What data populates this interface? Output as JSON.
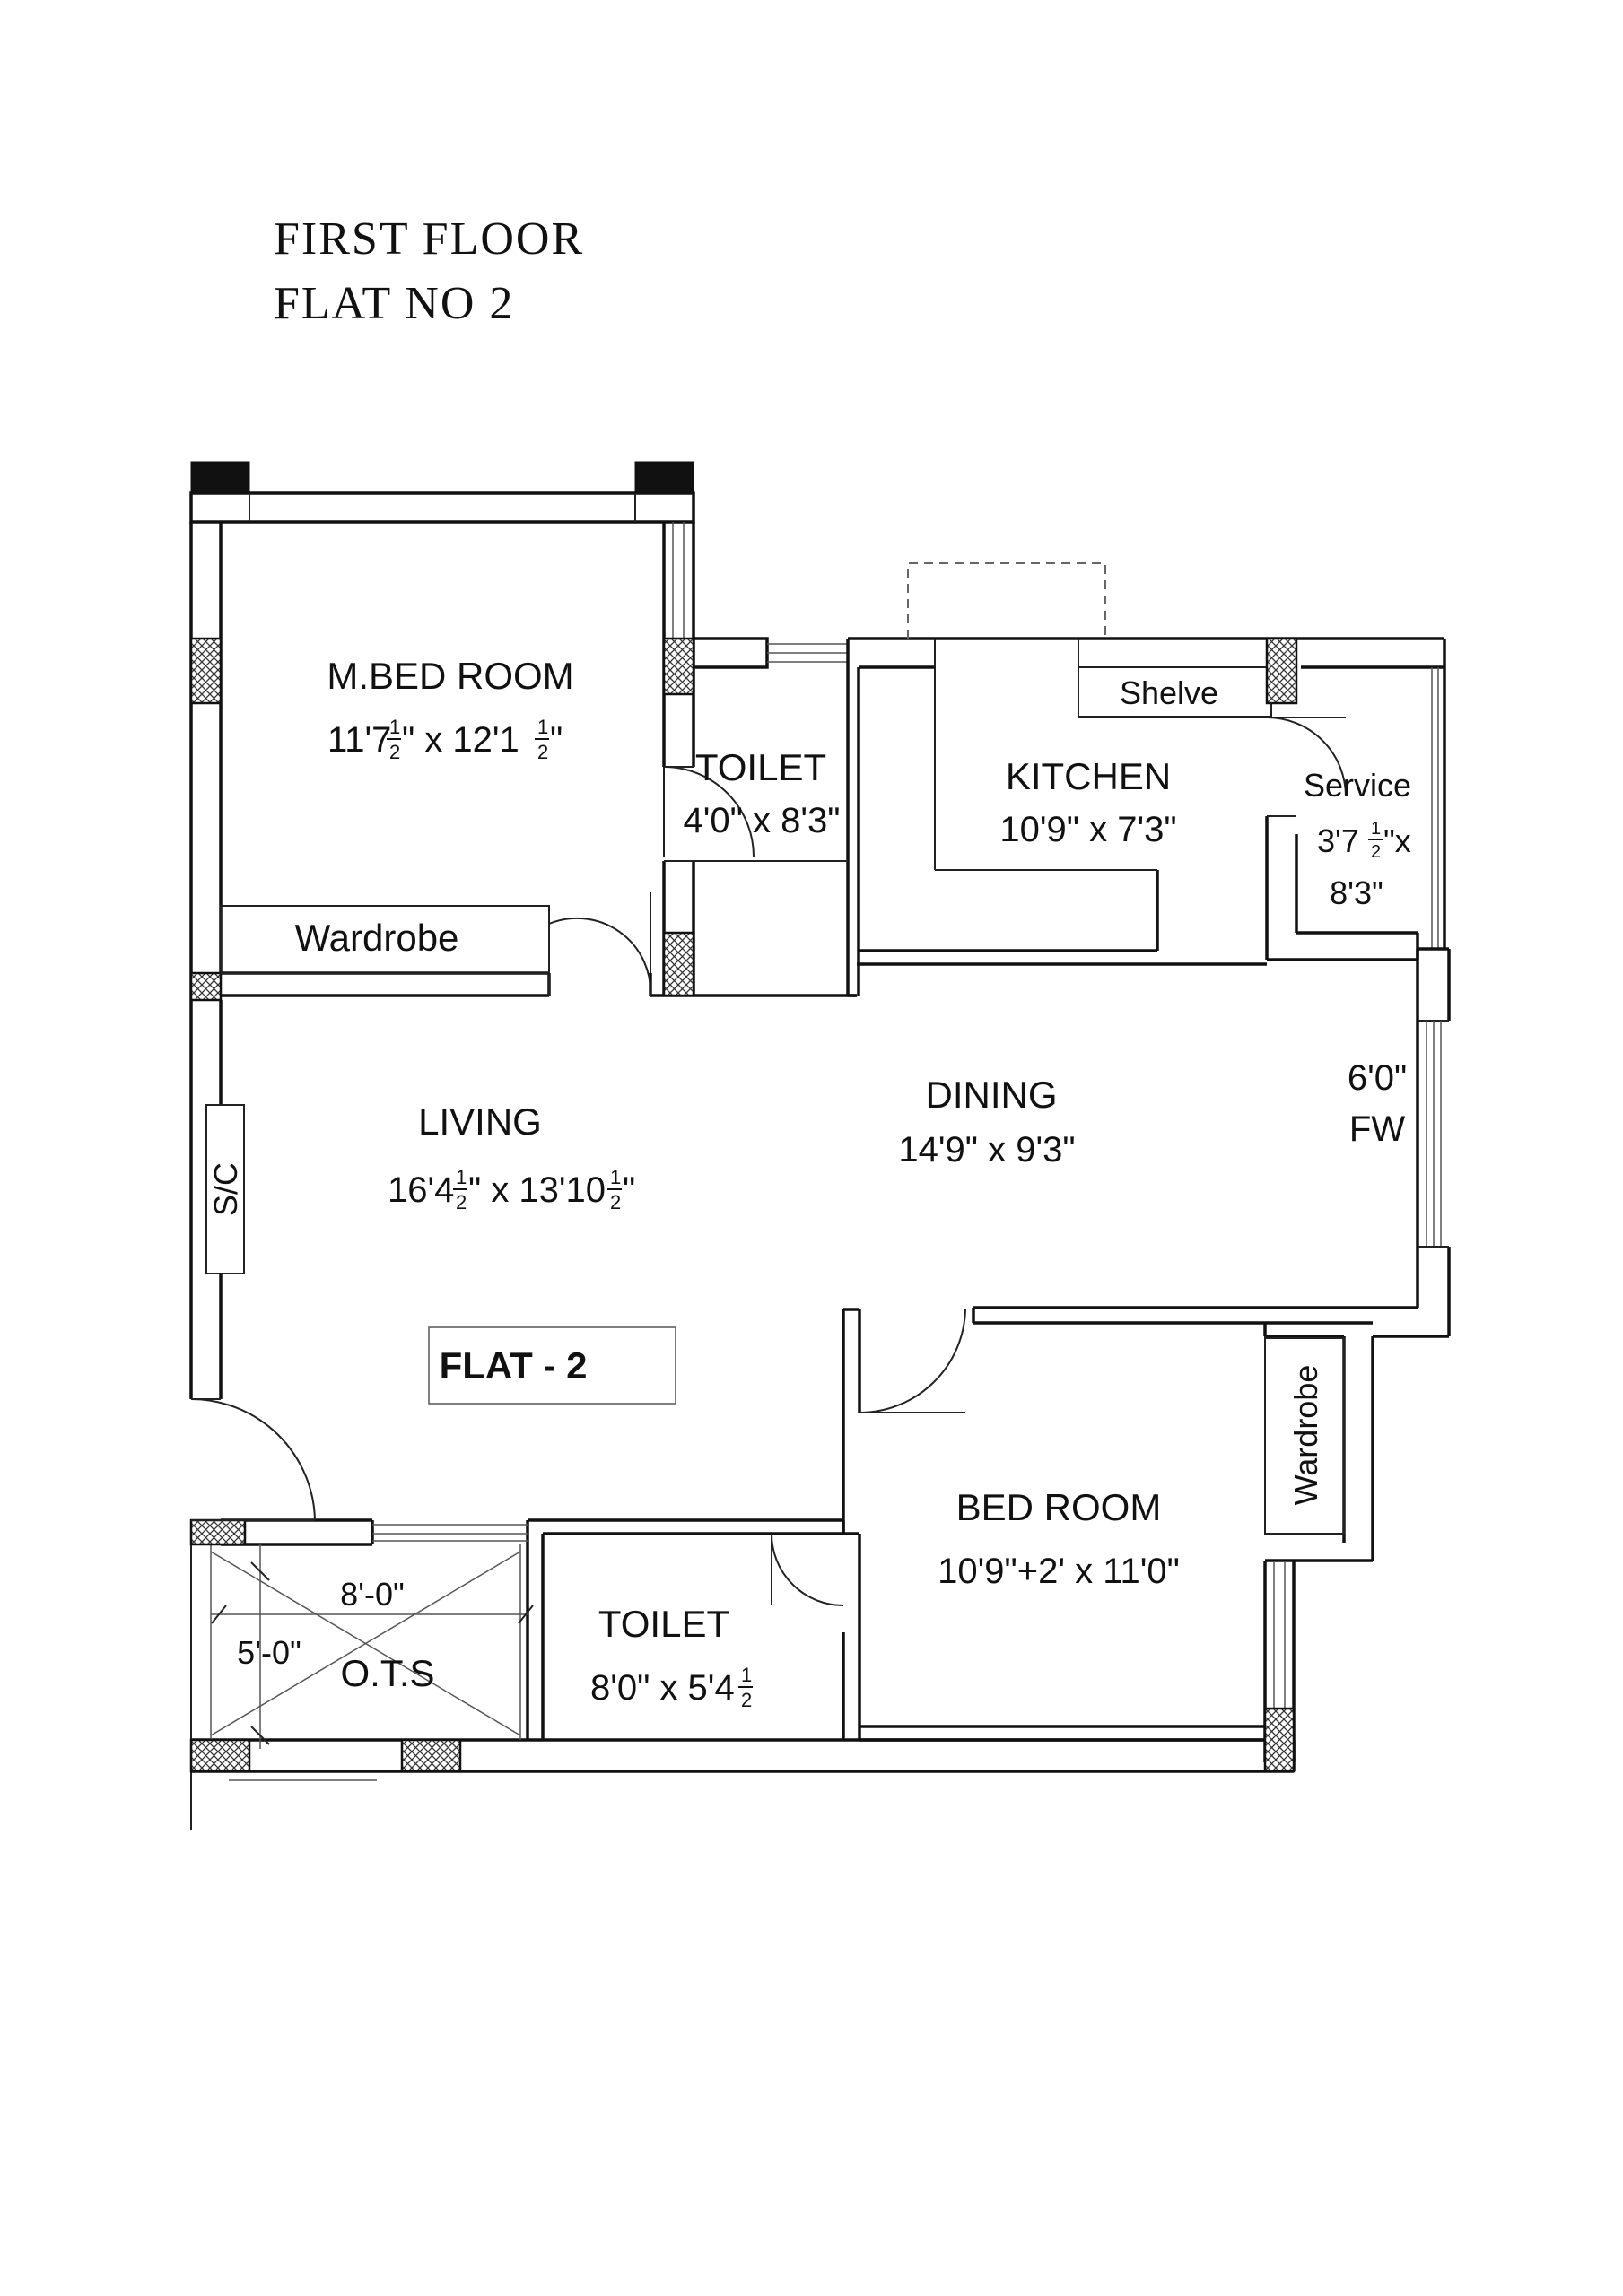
{
  "title": {
    "line1": "FIRST  FLOOR",
    "line2": "FLAT  NO  2"
  },
  "rooms": {
    "master_bedroom": {
      "name": "M.BED ROOM",
      "dim_a": "11'7",
      "dim_b": "\" x 12'1",
      "dim_c": "\""
    },
    "toilet_1": {
      "name": "TOILET",
      "dim": "4'0\" x 8'3\""
    },
    "kitchen": {
      "name": "KITCHEN",
      "dim": "10'9\" x 7'3\""
    },
    "shelve": {
      "name": "Shelve"
    },
    "service": {
      "name": "Service",
      "dim_a": "3'7",
      "dim_b": "\"x",
      "dim_line2": "8'3\""
    },
    "wardrobe_master": {
      "name": "Wardrobe"
    },
    "living": {
      "name": "LIVING",
      "dim_a": "16'4",
      "dim_b": "\" x 13'10",
      "dim_c": "\""
    },
    "dining": {
      "name": "DINING",
      "dim": "14'9\" x 9'3\""
    },
    "fw": {
      "dim": "6'0\"",
      "name": "FW"
    },
    "sc": {
      "name": "S/C"
    },
    "flat_label": {
      "name": "FLAT - 2"
    },
    "wardrobe_bed": {
      "name": "Wardrobe"
    },
    "bedroom": {
      "name": "BED ROOM",
      "dim": "10'9\"+2' x 11'0\""
    },
    "ots": {
      "name": "O.T.S",
      "dim_width": "8'-0\"",
      "dim_height": "5'-0\""
    },
    "toilet_2": {
      "name": "TOILET",
      "dim_a": "8'0\" x 5'4",
      "dim_b": ""
    }
  },
  "fraction": {
    "num": "1",
    "den": "2"
  }
}
